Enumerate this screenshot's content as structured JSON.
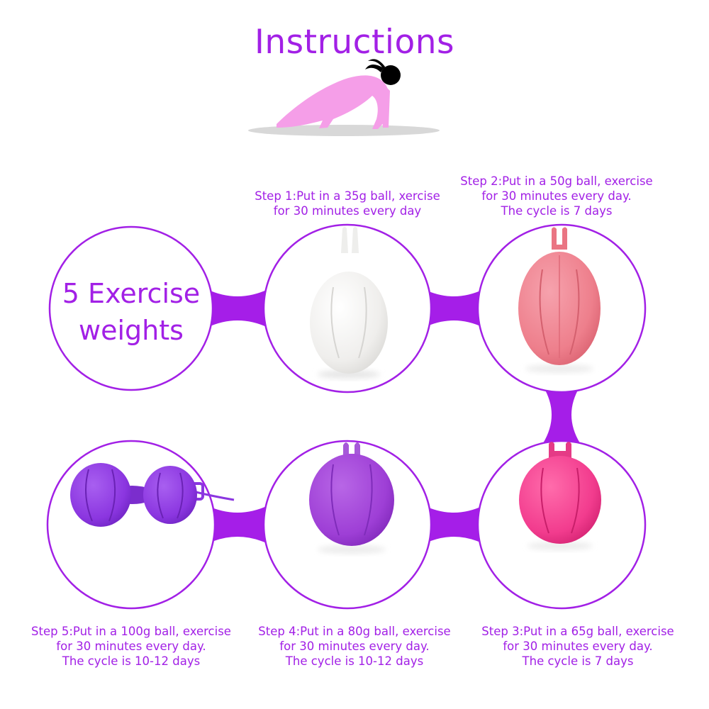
{
  "title": "Instructions",
  "headline": {
    "line1": "5 Exercise",
    "line2": "weights"
  },
  "steps": [
    {
      "line1": "Step 1:Put in a 35g ball, xercise",
      "line2": "for 30 minutes every day",
      "ball_color": "#f1f0ee"
    },
    {
      "line1": "Step 2:Put in a 50g ball, exercise",
      "line2": "for 30 minutes every day.",
      "line3": "The cycle is 7 days",
      "ball_color": "#ee7f8c"
    },
    {
      "line1": "Step 3:Put in a 65g ball, exercise",
      "line2": "for 30 minutes every day.",
      "line3": "The cycle is 7 days",
      "ball_color": "#f23c8e"
    },
    {
      "line1": "Step 4:Put in a 80g ball, exercise",
      "line2": "for 30 minutes every day.",
      "line3": "The cycle is 10-12 days",
      "ball_color": "#9e3fd6"
    },
    {
      "line1": "Step 5:Put in a 100g ball, exercise",
      "line2": "for 30 minutes every day.",
      "line3": "The cycle is 10-12 days",
      "ball_color": "#8b36e0"
    }
  ],
  "colors": {
    "accent": "#a220e6",
    "connector": "#a51ee8",
    "figure_pink": "#f59ee8",
    "figure_head": "#000000",
    "floor_shadow": "#d8d8d8"
  }
}
